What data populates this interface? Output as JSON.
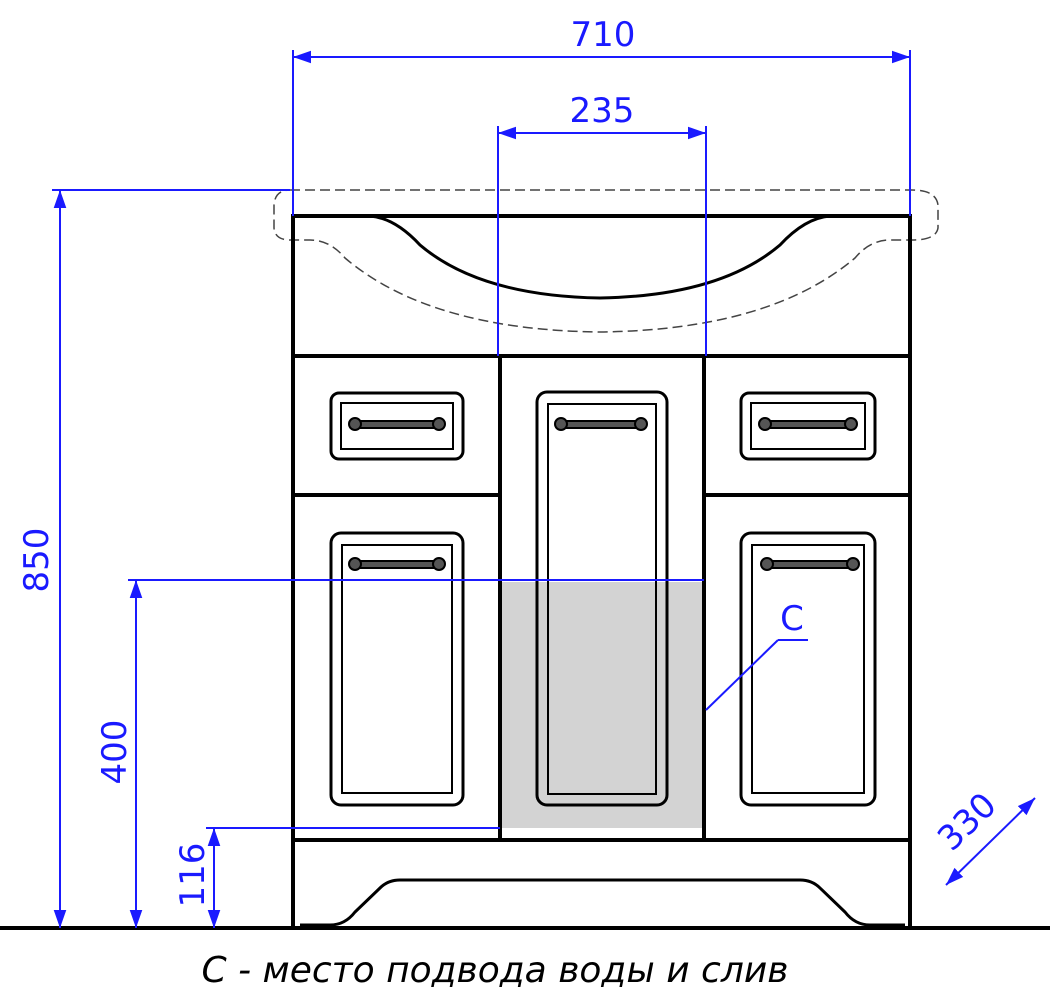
{
  "dimensions": {
    "width_total": "710",
    "bowl_width": "235",
    "height_total": "850",
    "water_zone_top": "400",
    "water_zone_bottom": "116",
    "depth": "330"
  },
  "zone_label": "C",
  "caption": "С - место подвода воды и слив",
  "colors": {
    "dimension_line": "#1a1aff",
    "outline": "#000000",
    "zone_fill": "#d3d3d3"
  }
}
